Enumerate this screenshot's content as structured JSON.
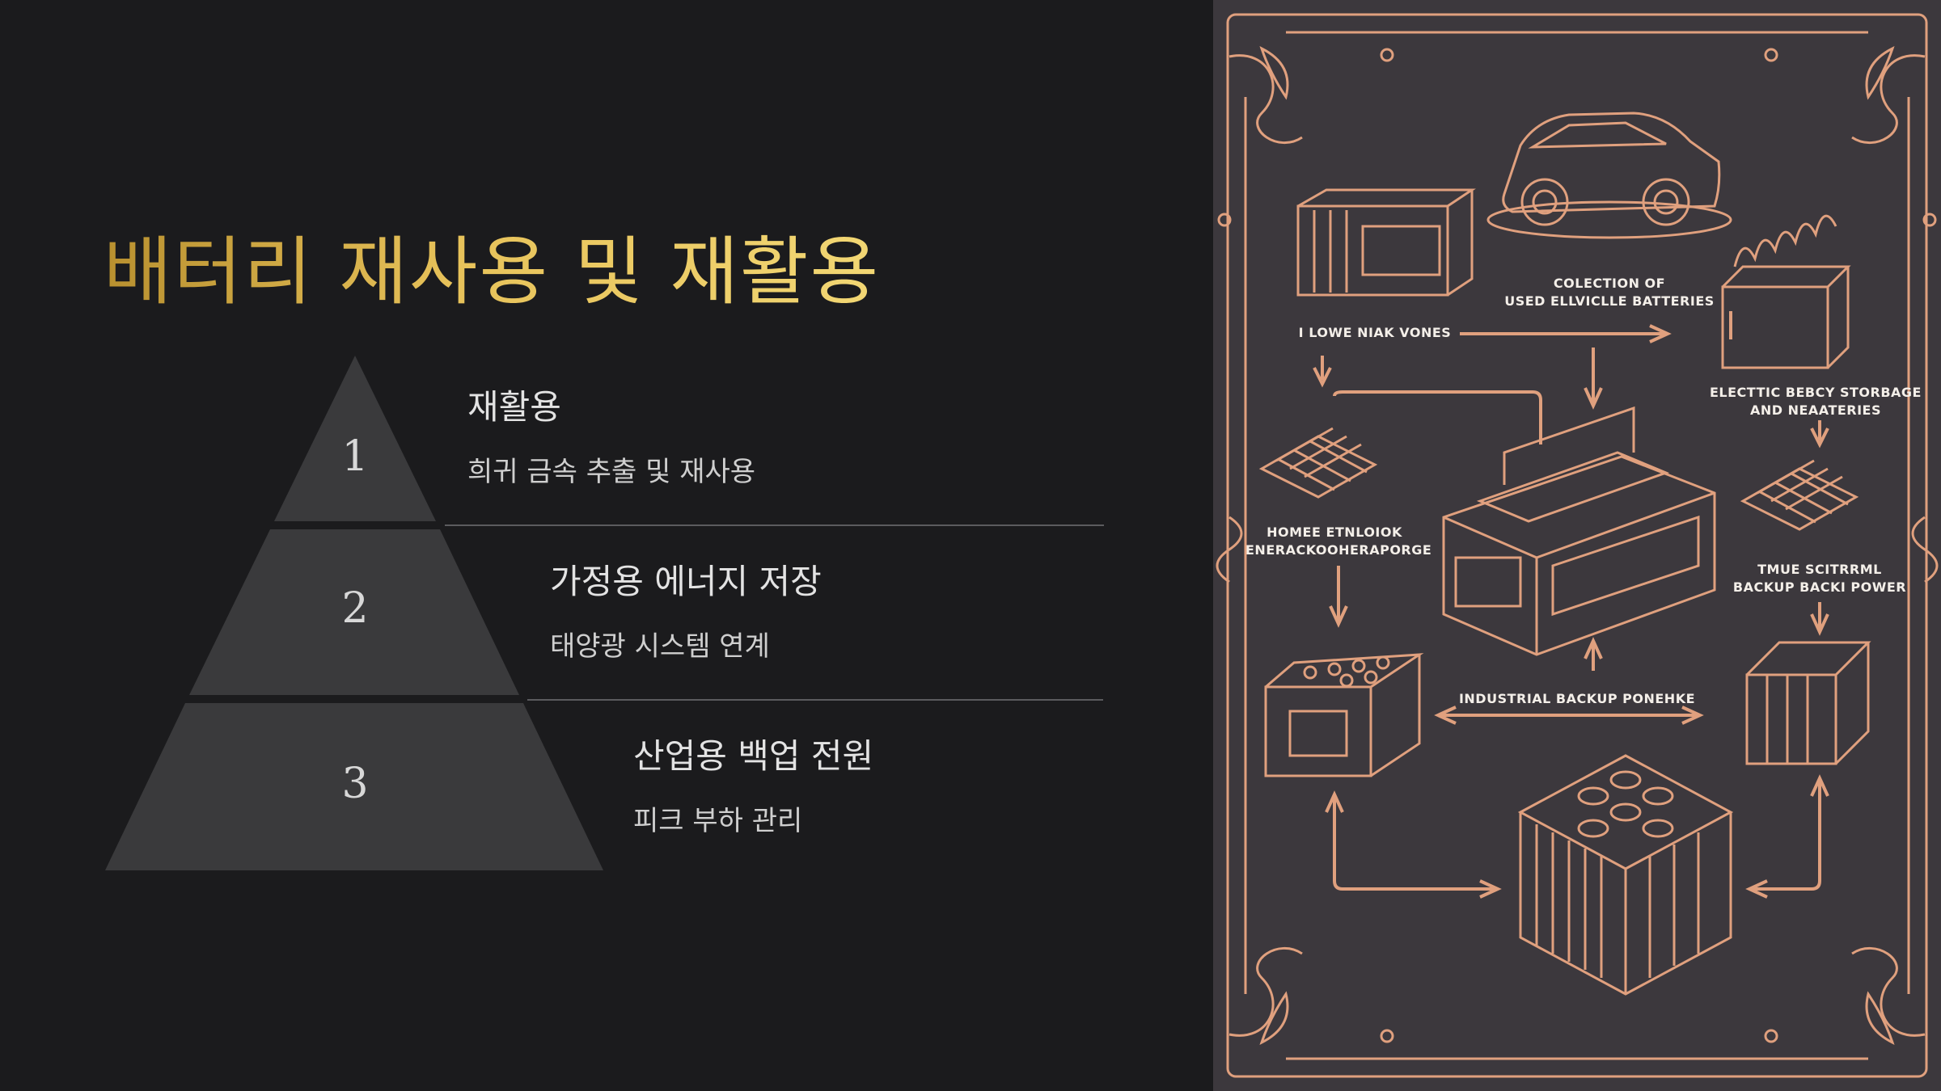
{
  "title": "배터리 재사용 및 재활용",
  "tiers": [
    {
      "number": "1",
      "title": "재활용",
      "description": "희귀 금속 추출 및 재사용"
    },
    {
      "number": "2",
      "title": "가정용 에너지 저장",
      "description": "태양광 시스템 연계"
    },
    {
      "number": "3",
      "title": "산업용 백업 전원",
      "description": "피크 부하 관리"
    }
  ],
  "illustration": {
    "labels": {
      "collection_line1": "COLECTION OF",
      "collection_line2": "USED ELLVICLLE BATTERIES",
      "left_top": "I LOWE NIAK VONES",
      "electric_line1": "ELECTTIC BEBCY STORBAGE",
      "electric_line2": "AND NEAATERIES",
      "home_line1": "HOMEE ETNLOIOK",
      "home_line2": "ENERACKOOHERAPORGE",
      "right_mid_line1": "TMUE SCITRRML",
      "right_mid_line2": "BACKUP BACKI POWER",
      "industrial": "INDUSTRIAL BACKUP PONEHKE"
    }
  },
  "colors": {
    "background_left": "#1b1b1d",
    "background_right": "#3c383d",
    "title_gold": "#e7c25a",
    "line_copper": "#e0a07e",
    "pyramid_tier": "#3a3a3c"
  }
}
